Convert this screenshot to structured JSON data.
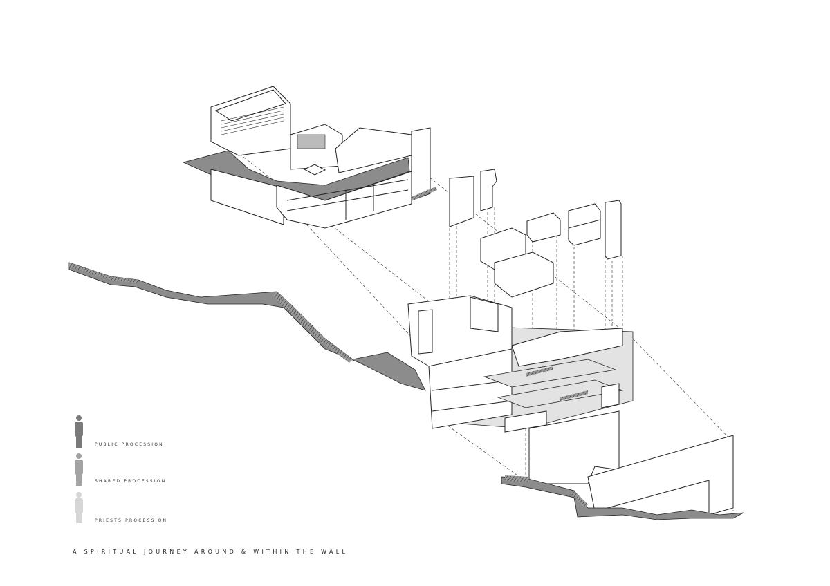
{
  "legend": {
    "items": [
      {
        "label": "PUBLIC PROCESSION",
        "color": "#7a7a7a"
      },
      {
        "label": "SHARED PROCESSION",
        "color": "#a3a3a3"
      },
      {
        "label": "PRIESTS PROCESSION",
        "color": "#d6d6d6"
      }
    ]
  },
  "title": "A SPIRITUAL JOURNEY AROUND & WITHIN THE WALL"
}
